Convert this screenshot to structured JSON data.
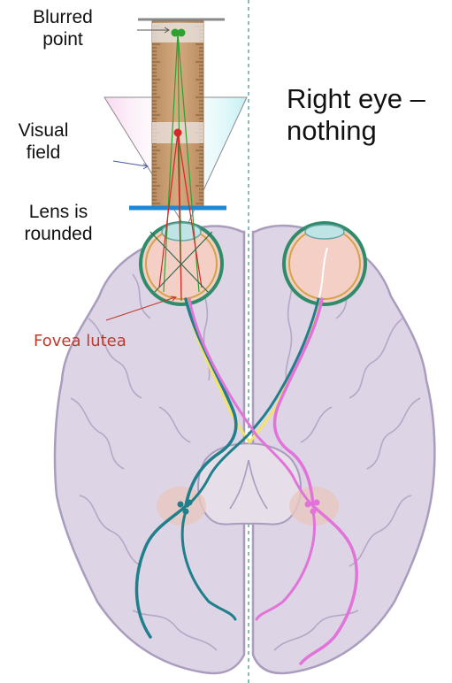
{
  "labels": {
    "blurred_point": "Blurred point",
    "visual_field": "Visual field",
    "lens_is_rounded": "Lens is rounded",
    "right_eye_nothing": "Right eye – nothing",
    "fovea_lutea": "Fovea lutea"
  },
  "colors": {
    "brain_fill": "#ddd4e6",
    "brain_stroke": "#a99cbd",
    "teal_pathway": "#1f7f8a",
    "pink_pathway": "#e173d9",
    "yellow_pathway": "#f2e36b",
    "ruler": "#c79c72",
    "blue_bar": "#1e88d8",
    "point_green": "#2fa12f",
    "point_red": "#d62626",
    "fovea_label": "#c0392b"
  }
}
